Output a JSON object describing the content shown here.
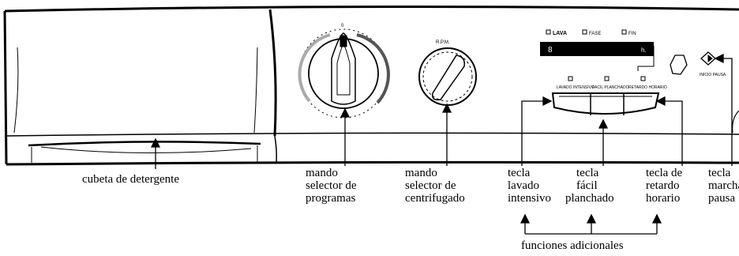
{
  "panel": {
    "indicator_labels": [
      "LAVA",
      "FASE",
      "FIN"
    ],
    "display_value": "8",
    "display_unit": "h.",
    "program_knob_marker": "0",
    "spin_knob_label": "R.P.M.",
    "button_labels": [
      "LAVADO INTENSIVO",
      "FÁCIL PLANCHADO",
      "RETARDO HORARIO"
    ],
    "start_label": "INICIO PAUSA"
  },
  "callouts": {
    "detergent": "cubeta de detergente",
    "program_selector": [
      "mando",
      "selector de",
      "programas"
    ],
    "spin_selector": [
      "mando",
      "selector de",
      "centrifugado"
    ],
    "intensive_wash": [
      "tecla",
      "lavado",
      "intensivo"
    ],
    "easy_iron": [
      "tecla",
      "fácil",
      "planchado"
    ],
    "delay_timer": [
      "tecla de",
      "retardo",
      "horario"
    ],
    "start_pause": [
      "tecla",
      "marcha",
      "pausa"
    ]
  },
  "group_label": "funciones adicionales"
}
